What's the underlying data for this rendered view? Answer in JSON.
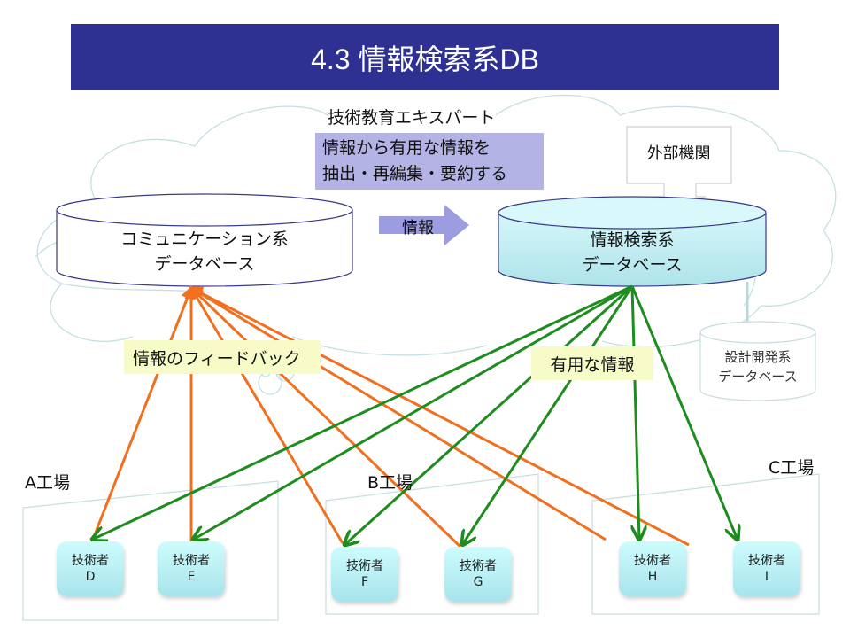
{
  "title": "4.3  情報検索系DB",
  "expert": {
    "title": "技術教育エキスパート",
    "task_lines": [
      "情報から有用な情報を",
      "抽出・再編集・要約する"
    ]
  },
  "databases": {
    "communication": {
      "lines": [
        "コミュニケーション系",
        "データベース"
      ]
    },
    "retrieval": {
      "lines": [
        "情報検索系",
        "データベース"
      ]
    },
    "design_dev": {
      "lines": [
        "設計開発系",
        "データベース"
      ]
    }
  },
  "external_org": "外部機関",
  "info_arrow_label": "情報",
  "feedback_label": "情報のフィードバック",
  "useful_info_label": "有用な情報",
  "factories": [
    {
      "name": "A工場",
      "engineers": [
        {
          "role": "技術者",
          "id": "D"
        },
        {
          "role": "技術者",
          "id": "E"
        }
      ]
    },
    {
      "name": "B工場",
      "engineers": [
        {
          "role": "技術者",
          "id": "F"
        },
        {
          "role": "技術者",
          "id": "G"
        }
      ]
    },
    {
      "name": "C工場",
      "engineers": [
        {
          "role": "技術者",
          "id": "H"
        },
        {
          "role": "技術者",
          "id": "I"
        }
      ]
    }
  ],
  "colors": {
    "title_bg": "#2e3192",
    "feedback_arrow": "#f07020",
    "useful_arrow": "#1e8c1e",
    "label_bg": "#f6fbc7",
    "task_bg": "#b3b3e6",
    "retrieval_db_fill": "#c5f0f5",
    "engineer_fill": "#bff3f7"
  }
}
